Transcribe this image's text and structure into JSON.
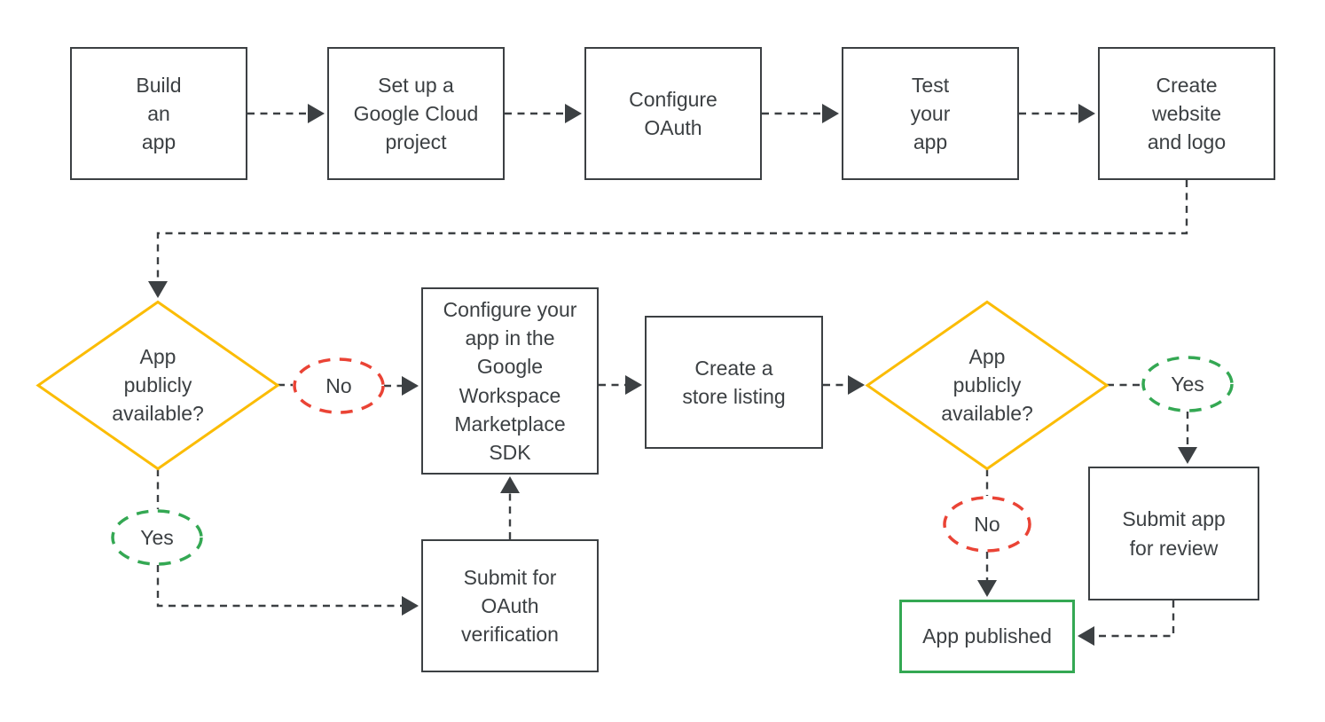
{
  "colors": {
    "background": "#ffffff",
    "outline": "#3c4043",
    "text": "#3c4043",
    "decision": "#fbbc04",
    "yes": "#34a853",
    "no": "#ea4335",
    "published": "#34a853"
  },
  "nodes": {
    "build_app": {
      "label": "Build\nan\napp"
    },
    "setup_project": {
      "label": "Set up a\nGoogle Cloud\nproject"
    },
    "configure_oauth": {
      "label": "Configure\nOAuth"
    },
    "test_app": {
      "label": "Test\nyour\napp"
    },
    "create_website": {
      "label": "Create\nwebsite\nand logo"
    },
    "decision_left": {
      "label": "App\npublicly\navailable?"
    },
    "no_left": {
      "label": "No"
    },
    "configure_sdk": {
      "label": "Configure your\napp in the\nGoogle\nWorkspace\nMarketplace\nSDK"
    },
    "store_listing": {
      "label": "Create a\nstore listing"
    },
    "decision_right": {
      "label": "App\npublicly\navailable?"
    },
    "yes_right": {
      "label": "Yes"
    },
    "yes_left": {
      "label": "Yes"
    },
    "submit_oauth": {
      "label": "Submit for\nOAuth\nverification"
    },
    "submit_review": {
      "label": "Submit app\nfor review"
    },
    "no_right": {
      "label": "No"
    },
    "app_published": {
      "label": "App published"
    }
  }
}
